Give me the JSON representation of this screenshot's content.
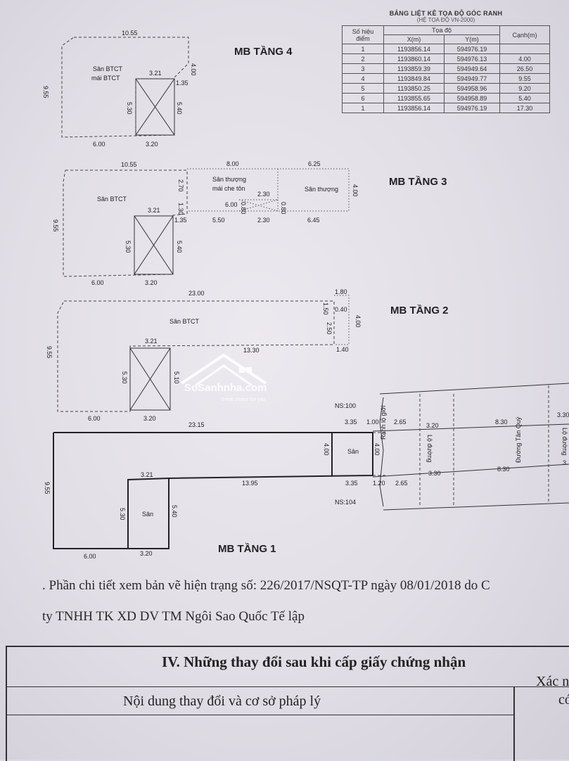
{
  "floor4": {
    "title": "MB TẦNG 4",
    "room1": "Sân BTCT",
    "room2": "mái BTCT",
    "dims": [
      "10.55",
      "4.00",
      "9.55",
      "3.21",
      "1.35",
      "5.30",
      "5.40",
      "6.00",
      "3.20"
    ]
  },
  "floor3": {
    "title": "MB TẦNG 3",
    "room1": "Sân BTCT",
    "room2a": "Sân thượng",
    "room2b": "mái che tôn",
    "room3": "Sân thượng",
    "dims": [
      "10.55",
      "8.00",
      "6.25",
      "2.70",
      "1.30",
      "4.00",
      "2.30",
      "6.00",
      "0.80",
      "0.80",
      "3.21",
      "1.35",
      "5.50",
      "2.30",
      "6.45",
      "9.55",
      "5.30",
      "5.40",
      "6.00",
      "3.20"
    ]
  },
  "floor2": {
    "title": "MB TẦNG 2",
    "room1": "Sân BTCT",
    "dims": [
      "23.00",
      "1.80",
      "1.50",
      "0.40",
      "2.50",
      "4.00",
      "3.21",
      "13.30",
      "1.40",
      "9.55",
      "5.30",
      "5.10",
      "6.00",
      "3.20"
    ]
  },
  "floor1": {
    "title": "MB TẦNG 1",
    "room1": "Sân",
    "room2": "Sân",
    "ns1": "NS:100",
    "ns2": "NS:104",
    "road1": "Rạnh lộ giới",
    "road2": "Lộ đường",
    "road3": "Đường Tân Quý",
    "road4": "Lộ đường",
    "dims": [
      "23.15",
      "3.35",
      "1.00",
      "2.65",
      "3.20",
      "8.30",
      "3.30",
      "4.00",
      "4.00",
      "3.21",
      "13.95",
      "3.35",
      "1.20",
      "2.65",
      "3.30",
      "8.30",
      "3.",
      "9.55",
      "5.30",
      "5.40",
      "6.00",
      "3.20"
    ]
  },
  "coord_table": {
    "title": "BẢNG LIỆT KÊ TỌA ĐỘ GÓC RANH",
    "subtitle": "(HỆ TỌA ĐỘ VN-2000)",
    "headers": {
      "point": "Số hiệu điểm",
      "coord": "Tọa độ",
      "x": "X(m)",
      "y": "Y(m)",
      "edge": "Cạnh(m)"
    },
    "rows": [
      {
        "p": "1",
        "x": "1193856.14",
        "y": "594976.19",
        "e": ""
      },
      {
        "p": "2",
        "x": "1193860.14",
        "y": "594976.13",
        "e": "4.00"
      },
      {
        "p": "3",
        "x": "1193859.39",
        "y": "594949.64",
        "e": "26.50"
      },
      {
        "p": "4",
        "x": "1193849.84",
        "y": "594949.77",
        "e": "9.55"
      },
      {
        "p": "5",
        "x": "1193850.25",
        "y": "594958.96",
        "e": "9.20"
      },
      {
        "p": "6",
        "x": "1193855.65",
        "y": "594958.89",
        "e": "5.40"
      },
      {
        "p": "1",
        "x": "1193856.14",
        "y": "594976.19",
        "e": "17.30"
      }
    ]
  },
  "watermark": {
    "brand": "SoSanhnha.com",
    "tagline": "Great choice for you"
  },
  "note_line1": ". Phần chi tiết xem bản vẽ hiện trạng số: 226/2017/NSQT-TP ngày 08/01/2018 do C",
  "note_line2": "ty TNHH TK XD DV TM Ngôi Sao Quốc Tế lập",
  "section": {
    "title": "IV. Những thay đổi sau khi cấp giấy chứng nhận",
    "col1": "Nội dung thay đổi và cơ sở pháp lý",
    "col2a": "Xác n",
    "col2b": "có"
  }
}
